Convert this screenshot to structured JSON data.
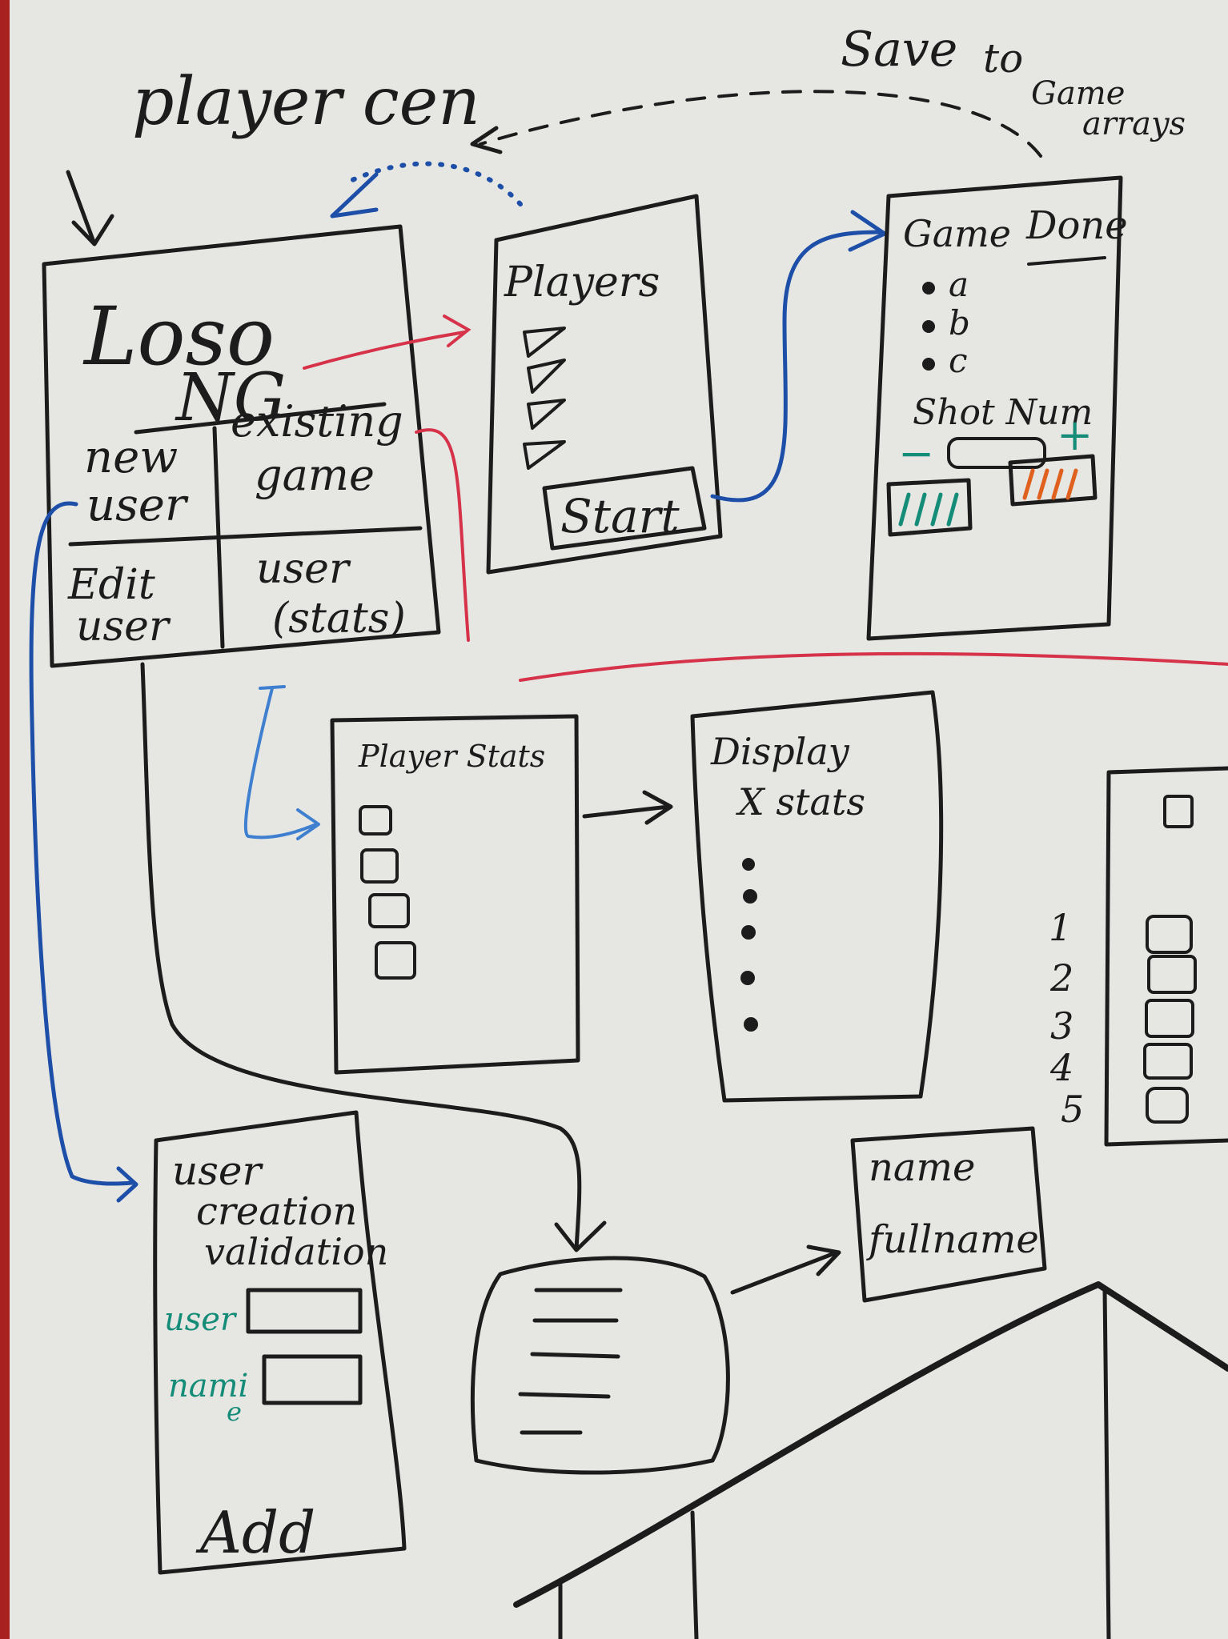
{
  "title": "player cen",
  "save_note": [
    "Save",
    "to",
    "Game",
    "arrays"
  ],
  "home_screen": {
    "logo": "Loso",
    "ng": "NG",
    "cells": {
      "new_user": [
        "new",
        "user"
      ],
      "existing_game": [
        "existing",
        "game"
      ],
      "edit_user": [
        "Edit",
        "user"
      ],
      "user_stats": [
        "user",
        "(stats)"
      ]
    }
  },
  "players_screen": {
    "title": "Players",
    "start": "Start"
  },
  "game_screen": {
    "title": "Game",
    "done": "Done",
    "options": [
      "a",
      "b",
      "c"
    ],
    "shot_num": "Shot Num",
    "minus": "−",
    "plus": "+"
  },
  "player_stats_screen": {
    "title": "Player Stats"
  },
  "display_stats_screen": {
    "title": "Display",
    "subtitle": "X stats"
  },
  "ranking_screen": {
    "numbers": [
      "1",
      "2",
      "3",
      "4",
      "5"
    ]
  },
  "user_creation_screen": {
    "title": [
      "user",
      "creation",
      "validation"
    ],
    "user_label": "user",
    "name_label": [
      "nami",
      "e"
    ],
    "add": "Add"
  },
  "name_box": {
    "lines": [
      "name",
      "fullname"
    ]
  },
  "colors": {
    "black_ink": "#1c1c1c",
    "blue_ink": "#1d4fa8",
    "red_ink": "#d6334a",
    "teal_ink": "#148c78",
    "orange_ink": "#e0601e",
    "board": "#e6e6e3",
    "frame": "#a8201f"
  }
}
